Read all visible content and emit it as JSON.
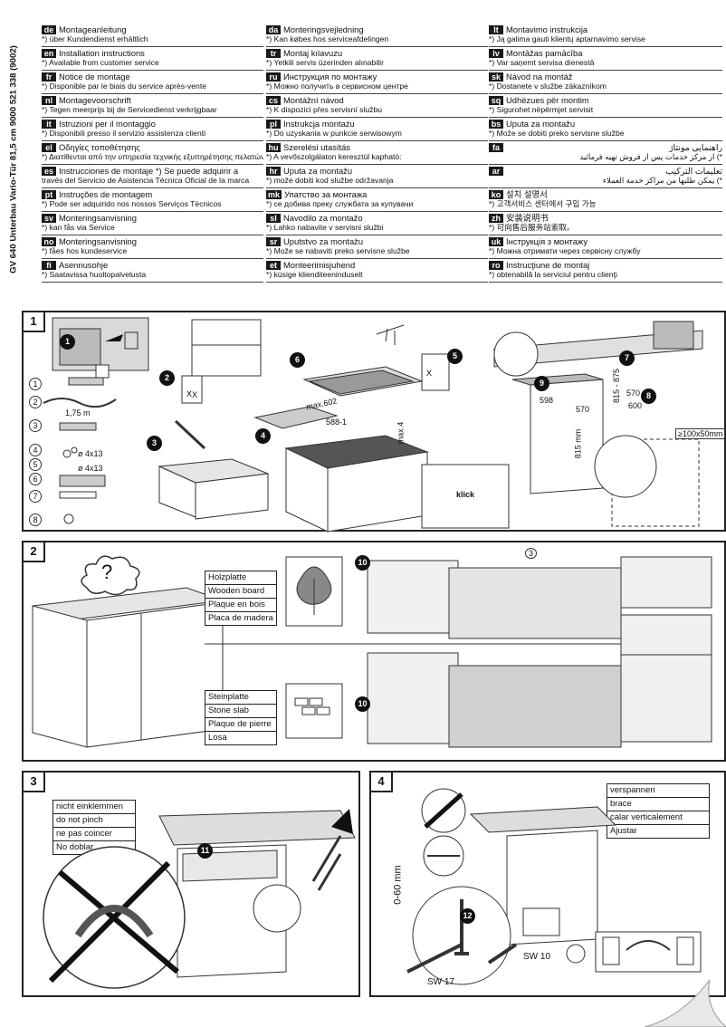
{
  "side_title": "GV 640 Unterbau Vario-Tür 81,5 cm   9000 521 338 (9002)",
  "languages": {
    "col1": [
      {
        "code": "de",
        "title": "Montageanleitung",
        "note": "*) über Kundendienst erhältlich"
      },
      {
        "code": "en",
        "title": "Installation instructions",
        "note": "*) Available from customer service"
      },
      {
        "code": "fr",
        "title": "Notice de montage",
        "note": "*) Disponible par le biais du service après-vente"
      },
      {
        "code": "nl",
        "title": "Montagevoorschrift",
        "note": "*) Tegen meerprijs bij de Servicedienst verkrijgbaar"
      },
      {
        "code": "it",
        "title": "Istruzioni per il montaggio",
        "note": "*) Disponibili presso il servizio assistenza clienti"
      },
      {
        "code": "el",
        "title": "Οδηγίες τοποθέτησης",
        "note": "*) Διατίθενται από την υπηρεσία τεχνικής εξυπηρέτησης πελατών"
      },
      {
        "code": "es",
        "title": "Instrucciones de montaje   *) Se puede adquirir a",
        "note": "través del Servicio de Asistencia Técnica Oficial de la marca"
      },
      {
        "code": "pt",
        "title": "Instruções de montagem",
        "note": "*) Pode ser adquirido nos nossos Serviços Técnicos"
      },
      {
        "code": "sv",
        "title": "Monteringsanvisning",
        "note": "*) kan fås via Service"
      },
      {
        "code": "no",
        "title": "Monteringsanvisning",
        "note": "*) fåes hos kundeservice"
      },
      {
        "code": "fi",
        "title": "Asennusohje",
        "note": "*) Saatavissa huoltopalvelusta"
      }
    ],
    "col2": [
      {
        "code": "da",
        "title": "Monteringsvejledning",
        "note": "*) Kan købes hos serviceafdelingen"
      },
      {
        "code": "tr",
        "title": "Montaj kılavuzu",
        "note": "*) Yetkili servis üzerinden alınabilir"
      },
      {
        "code": "ru",
        "title": "Инструкция по монтажу",
        "note": "*) Можно получить в сервисном центре"
      },
      {
        "code": "cs",
        "title": "Montážní návod",
        "note": "*) K dispozici přes servisní službu"
      },
      {
        "code": "pl",
        "title": "Instrukcja montażu",
        "note": "*) Do uzyskania w punkcie serwisowym"
      },
      {
        "code": "hu",
        "title": "Szerelési utasítás",
        "note": "*) A vevőszolgálaton keresztül kapható:"
      },
      {
        "code": "hr",
        "title": "Uputa za montažu",
        "note": "*) može dobiti kod službe održavanja"
      },
      {
        "code": "mk",
        "title": "Упатство за монтажа",
        "note": "*) се добива преку службата за купувачи"
      },
      {
        "code": "sl",
        "title": "Navodilo za montažo",
        "note": "*) Lahko nabavite v servisni službi"
      },
      {
        "code": "sr",
        "title": "Uputstvo za montažu",
        "note": "*) Može se nabaviti preko servisne službe"
      },
      {
        "code": "et",
        "title": "Monteerimisjuhend",
        "note": "*) küsige klienditeeninduselt"
      }
    ],
    "col3": [
      {
        "code": "lt",
        "title": "Montavimo instrukcija",
        "note": "*) Ją galima gauti klientų aptarnavimo servise"
      },
      {
        "code": "lv",
        "title": "Montāžas pamācība",
        "note": "*) Var saņemt servisa dienestā"
      },
      {
        "code": "sk",
        "title": "Návod na montáž",
        "note": "*) Dostanete v službe zákazníkom"
      },
      {
        "code": "sq",
        "title": "Udhëzues për montim",
        "note": "*) Sigurohet nëpërmjet servisit"
      },
      {
        "code": "bs",
        "title": "Uputa za montažu",
        "note": "*) Može se dobiti preko servisne službe"
      },
      {
        "code": "fa",
        "title": "راهنمایی مونتاژ",
        "note": "*) از مرکز خدمات پس از فروش تهیه فرمائید"
      },
      {
        "code": "ar",
        "title": "تعليمات التركيب",
        "note": "*) يمكن طلبها من مراكز خدمة العملاء"
      },
      {
        "code": "ko",
        "title": "설치 설명서",
        "note": "*) 고객서비스 센터에서 구입 가능"
      },
      {
        "code": "zh",
        "title": "安装说明书",
        "note": "*) 可向售后服务站索取。"
      },
      {
        "code": "uk",
        "title": "Інструкція з монтажу",
        "note": "*) Можна отримати через сервісну службу"
      },
      {
        "code": "ro",
        "title": "Instrucţiune de montaj",
        "note": "*) obtenabilă la serviciul pentru clienţi"
      }
    ]
  },
  "panel1": {
    "number": "1",
    "parts": [
      {
        "num": "1",
        "label": ""
      },
      {
        "num": "2",
        "label": "1,75 m"
      },
      {
        "num": "3",
        "label": ""
      },
      {
        "num": "4",
        "label": "ø 4x13"
      },
      {
        "num": "5",
        "label": "ø 4x13"
      },
      {
        "num": "6",
        "label": ""
      },
      {
        "num": "7",
        "label": ""
      },
      {
        "num": "8",
        "label": ""
      }
    ],
    "dims": {
      "max602": "max.602",
      "d588": "588-1",
      "max4": "max.4",
      "d598": "598",
      "d570": "570",
      "d570b": "570",
      "d600": "600",
      "d815_875": "815 - 875",
      "d815mm": "815 mm",
      "hole": "≥100x50mm",
      "x": "X",
      "klick": "klick"
    },
    "steps": [
      "1",
      "2",
      "3",
      "4",
      "5",
      "6",
      "7",
      "8",
      "9"
    ]
  },
  "panel2": {
    "number": "2",
    "question": "?",
    "wood_labels": [
      "Holzplatte",
      "Wooden board",
      "Plaque en bois",
      "Placa de madera"
    ],
    "stone_labels": [
      "Steinplatte",
      "Stone slab",
      "Plaque de pierre",
      "Losa"
    ],
    "steps": [
      "10",
      "10"
    ],
    "ref": "3"
  },
  "panel3": {
    "number": "3",
    "labels": [
      "nicht einklemmen",
      "do not pinch",
      "ne pas coincer",
      "No doblar"
    ],
    "step": "11"
  },
  "panel4": {
    "number": "4",
    "labels": [
      "verspannen",
      "brace",
      "calar verticalement",
      "Ajustar"
    ],
    "step": "12",
    "range": "0-60 mm",
    "sw17": "SW 17",
    "sw10": "SW 10"
  }
}
